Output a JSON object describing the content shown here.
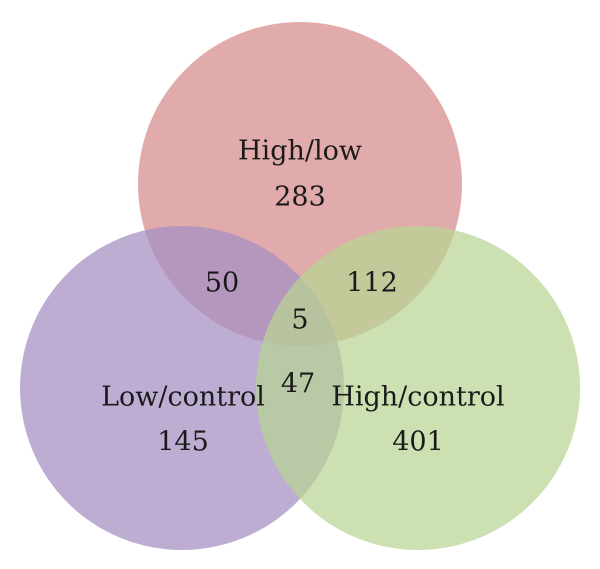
{
  "diagram": {
    "type": "venn-3",
    "sets": [
      {
        "id": "high-low",
        "name": "High/low",
        "count": "283",
        "color": "#d58a8c"
      },
      {
        "id": "low-control",
        "name": "Low/control",
        "count": "145",
        "color": "#a48ec2"
      },
      {
        "id": "high-control",
        "name": "High/control",
        "count": "401",
        "color": "#b9d493"
      }
    ],
    "overlaps": {
      "high_low_and_low_control": "50",
      "high_low_and_high_control": "112",
      "low_control_and_high_control": "47",
      "all_three": "5"
    }
  }
}
